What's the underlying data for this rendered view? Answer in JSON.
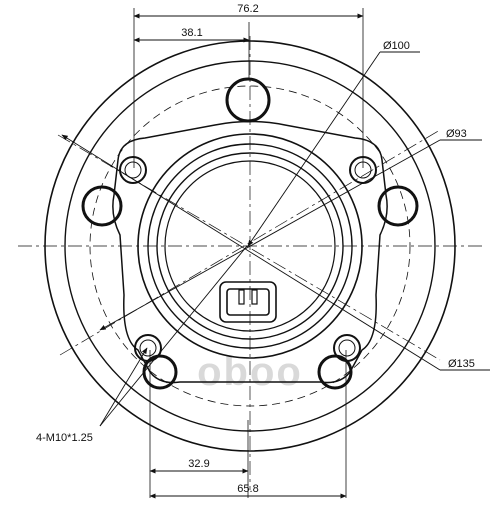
{
  "dimensions": {
    "top_outer": "76.2",
    "top_inner": "38.1",
    "bottom_inner": "32.9",
    "bottom_outer": "65.8"
  },
  "callouts": {
    "d100": "Ø100",
    "d93": "Ø93",
    "d135": "Ø135",
    "thread": "4-M10*1.25"
  },
  "watermark": "oboo"
}
